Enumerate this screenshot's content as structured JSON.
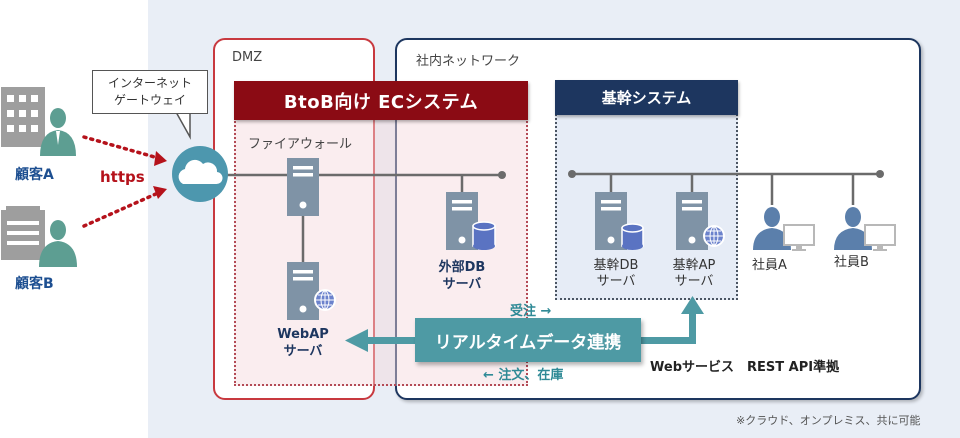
{
  "customers": [
    {
      "label": "顧客A",
      "icon": "building-person-icon"
    },
    {
      "label": "顧客B",
      "icon": "office-person-icon"
    }
  ],
  "protocol_label": "https",
  "gateway": {
    "callout_line1": "インターネット",
    "callout_line2": "ゲートウェイ",
    "icon": "cloud-icon"
  },
  "zones": {
    "dmz": "DMZ",
    "intranet": "社内ネットワーク"
  },
  "ec_system": {
    "title": "BtoB向け ECシステム",
    "firewall_label": "ファイアウォール",
    "webap_line1": "WebAP",
    "webap_line2": "サーバ",
    "extdb_line1": "外部DB",
    "extdb_line2": "サーバ"
  },
  "core_system": {
    "title": "基幹システム",
    "db_line1": "基幹DB",
    "db_line2": "サーバ",
    "ap_line1": "基幹AP",
    "ap_line2": "サーバ"
  },
  "employees": [
    {
      "label": "社員A"
    },
    {
      "label": "社員B"
    }
  ],
  "integration": {
    "label": "リアルタイムデータ連携",
    "order_in": "受注 →",
    "order_out": "← 注文、在庫",
    "webservice": "Webサービス　REST API準拠"
  },
  "footnote": "※クラウド、オンプレミス、共に可能",
  "colors": {
    "ec_red": "#8b0b14",
    "core_navy": "#1d365f",
    "teal": "#4e9aa4",
    "server_gray": "#7f93a6",
    "db_blue": "#5a73c2",
    "person_teal": "#5d9e92",
    "person_blue": "#5b7fab"
  }
}
